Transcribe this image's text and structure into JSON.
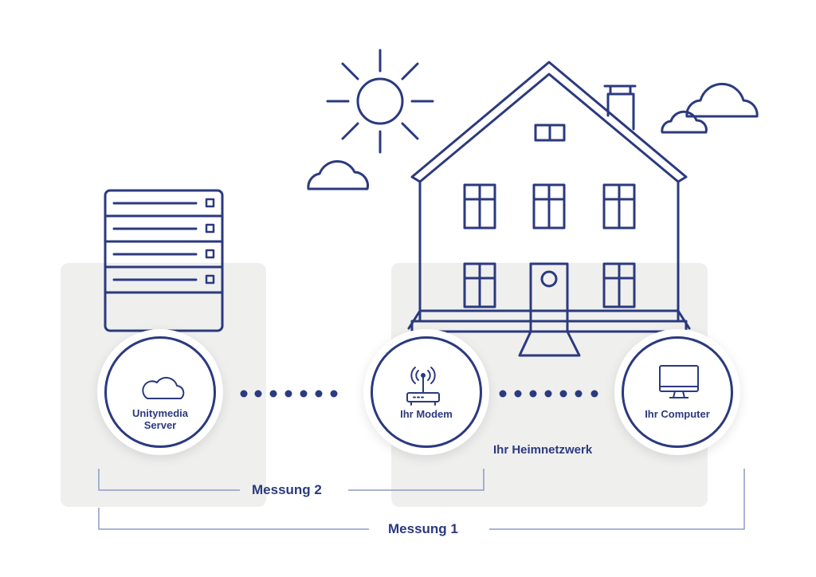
{
  "colors": {
    "ink": "#2b3a7f",
    "panel": "#efefee",
    "bracket": "#8e9cc4",
    "background": "#ffffff"
  },
  "nodes": {
    "server": {
      "line1": "Unitymedia",
      "line2": "Server",
      "icon": "cloud-icon"
    },
    "modem": {
      "label": "Ihr Modem",
      "icon": "router-icon"
    },
    "computer": {
      "label": "Ihr Computer",
      "icon": "monitor-icon"
    }
  },
  "home_network": "Ihr Heimnetzwerk",
  "measurements": {
    "m2": "Messung 2",
    "m1": "Messung 1"
  },
  "decorations": [
    "sun-icon",
    "cloud-icon",
    "house-icon",
    "server-rack-icon"
  ]
}
